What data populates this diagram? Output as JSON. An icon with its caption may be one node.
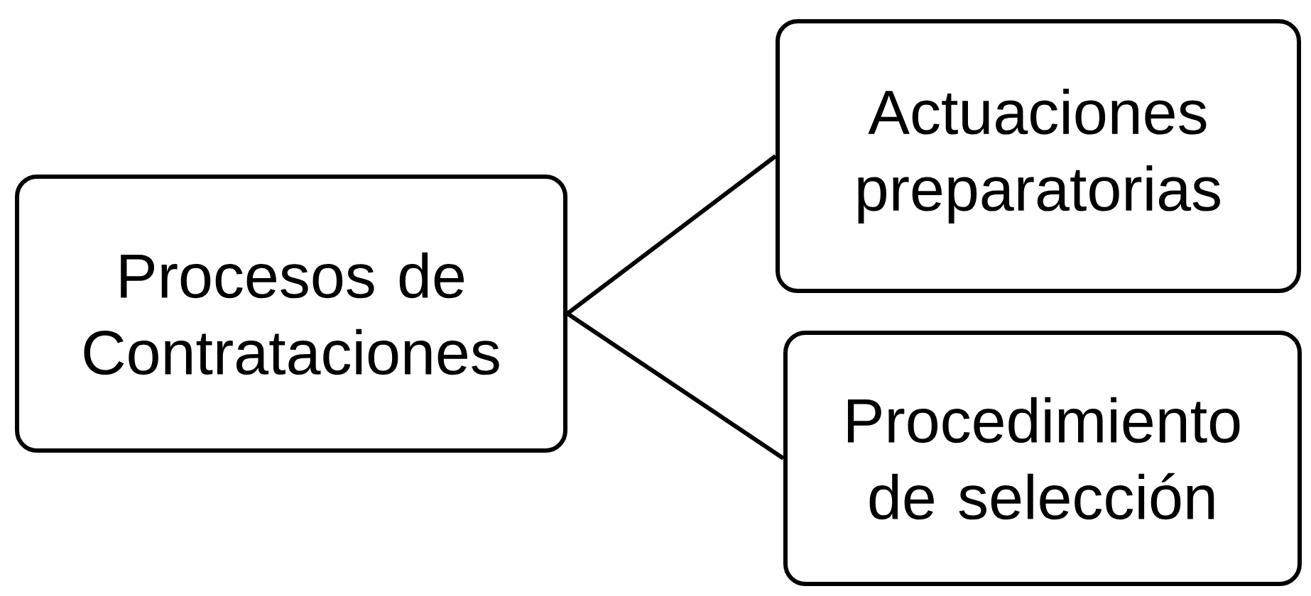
{
  "diagram": {
    "nodes": [
      {
        "text": [
          "Procesos de Contrataciones"
        ]
      },
      {
        "text": [
          "Actuaciones preparatorias"
        ]
      },
      {
        "text": [
          "Procedimiento de selección"
        ]
      }
    ],
    "edges": [
      {
        "from": 0,
        "to": 1,
        "arrow": "none"
      },
      {
        "from": 0,
        "to": 2,
        "arrow": "none"
      }
    ]
  }
}
